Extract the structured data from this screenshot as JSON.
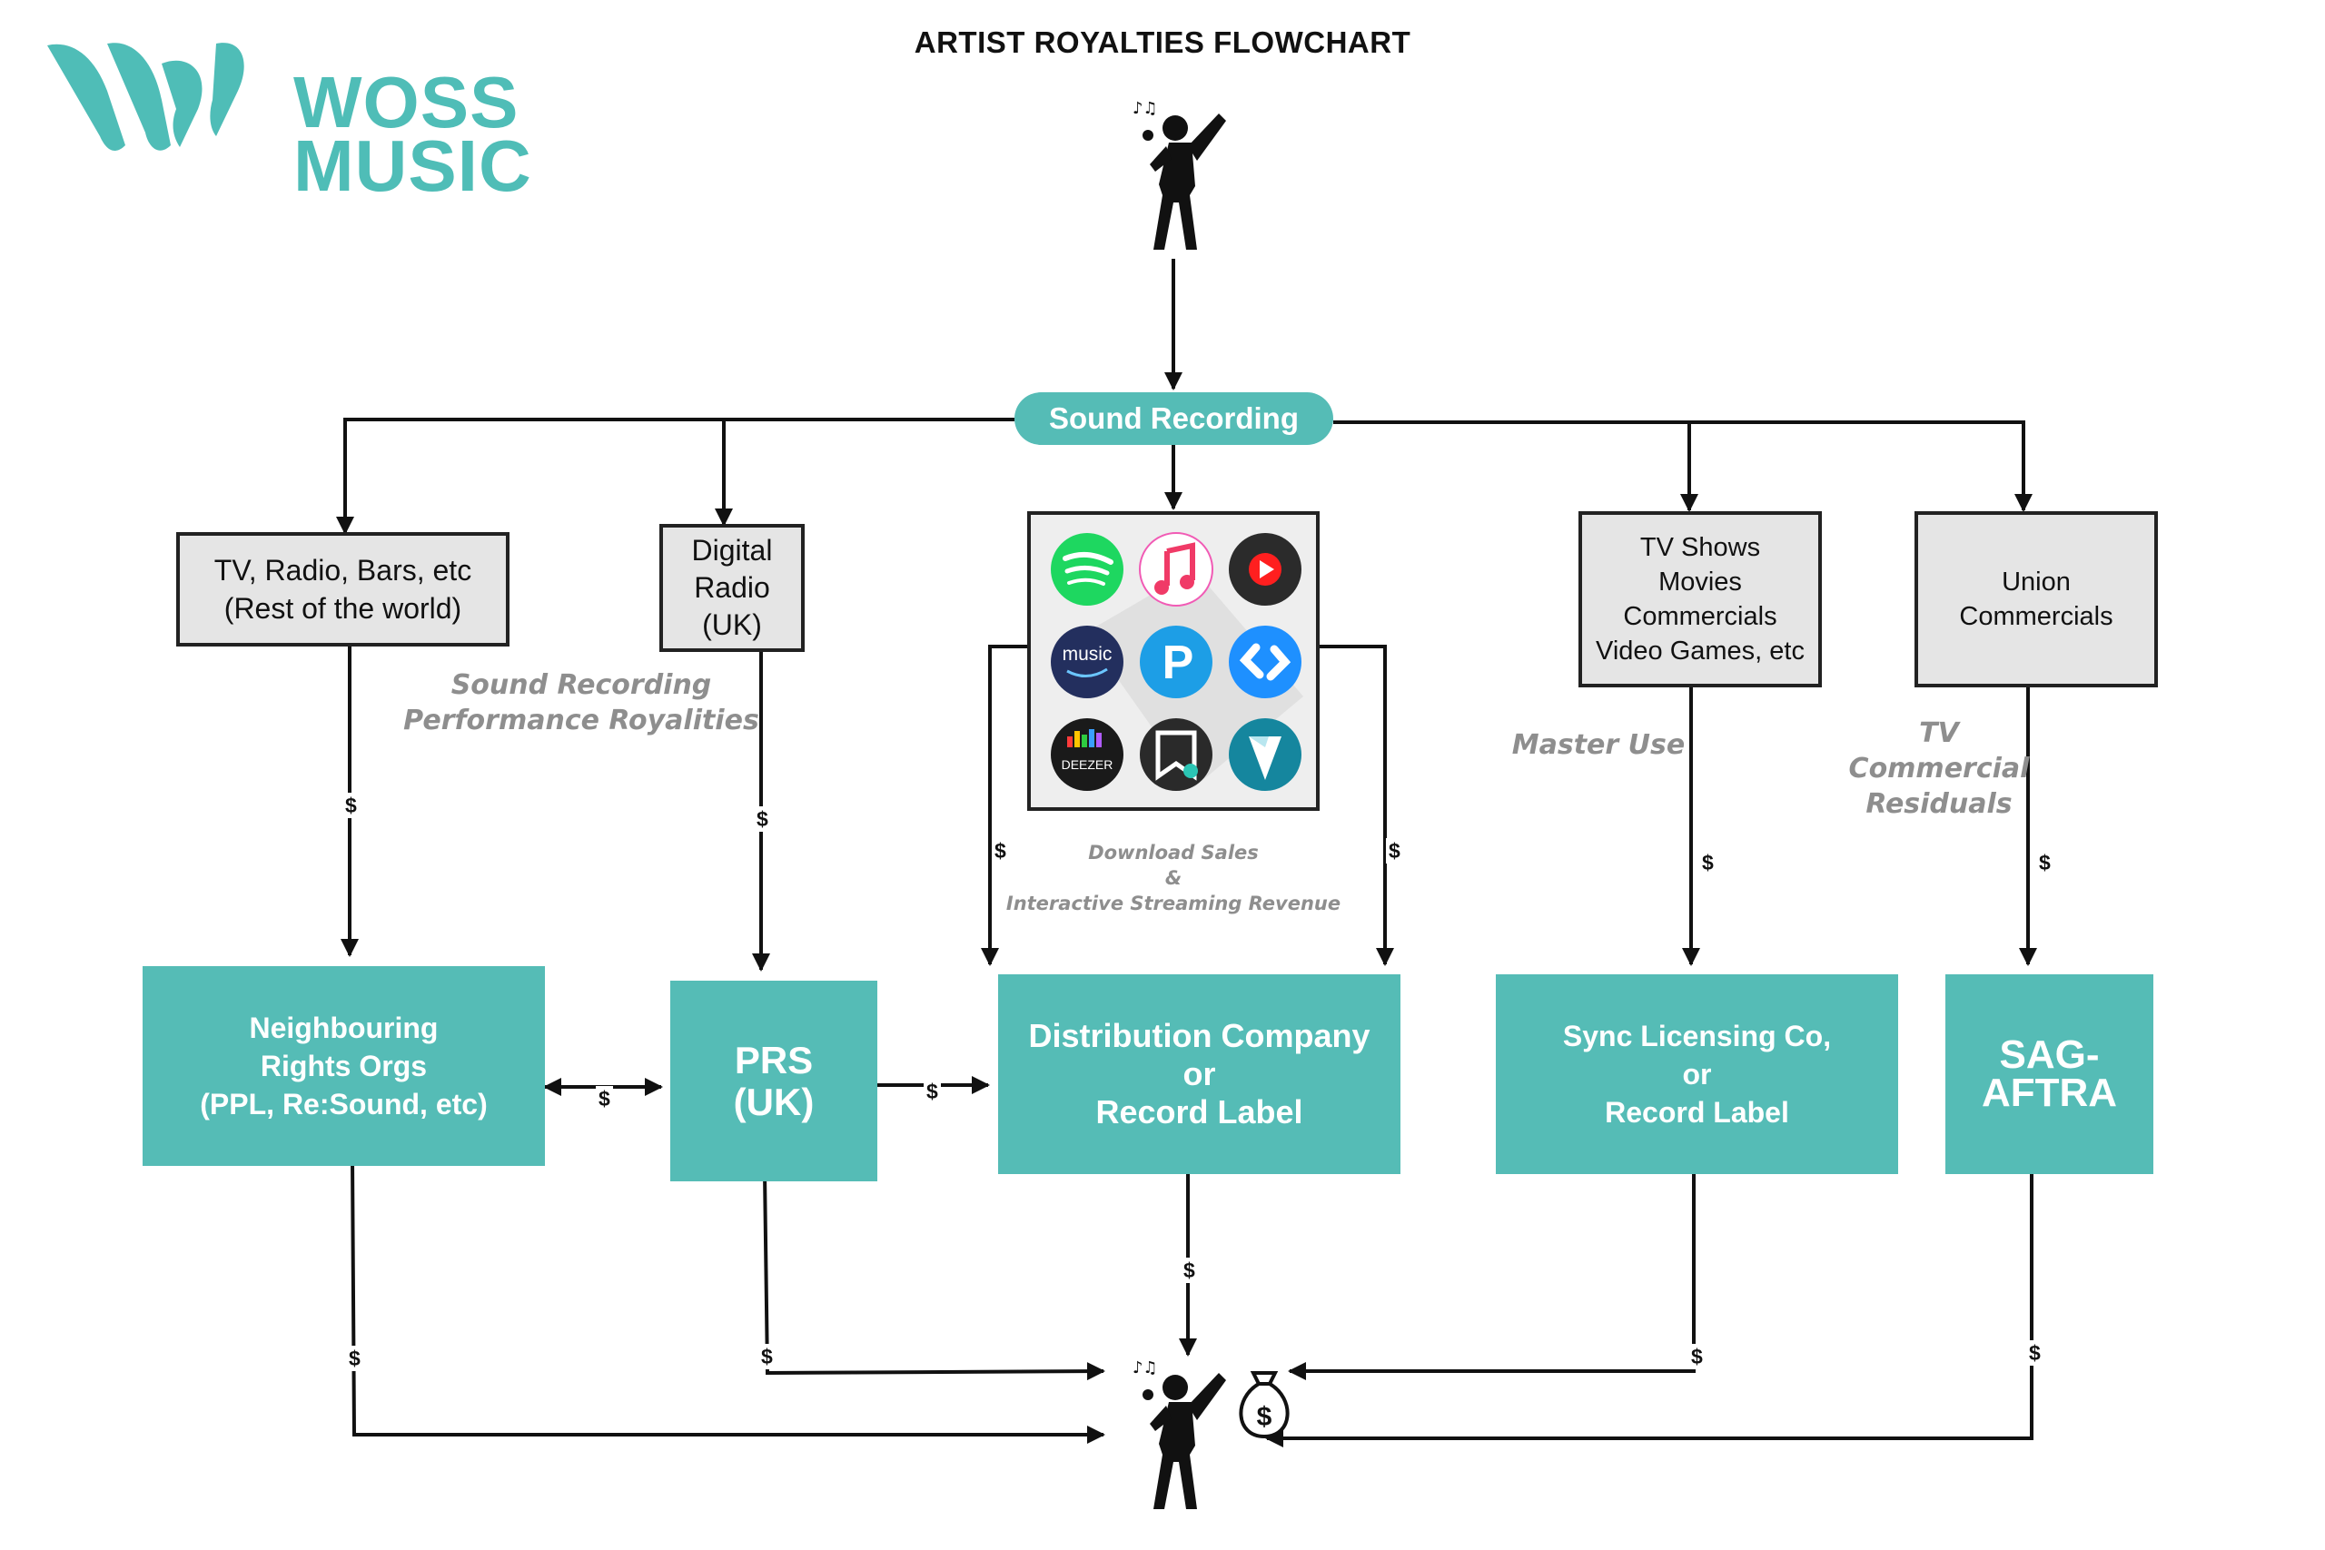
{
  "title": "ARTIST ROYALTIES FLOWCHART",
  "logo": {
    "line1": "WOSS",
    "line2": "MUSIC"
  },
  "colors": {
    "teal": "#55bcb6",
    "box_gray": "#e5e5e5",
    "note_gray": "#8e8e8e",
    "line": "#111111"
  },
  "source_node": {
    "label": "Sound Recording"
  },
  "channels": {
    "tv_radio": "TV, Radio, Bars, etc\n(Rest of the world)",
    "digital_radio": "Digital\nRadio\n(UK)",
    "tv_shows": "TV Shows\nMovies\nCommercials\nVideo Games, etc",
    "union": "Union\nCommercials"
  },
  "streaming_icons": [
    "spotify-icon",
    "apple-music-icon",
    "youtube-music-icon",
    "amazon-music-icon",
    "pandora-icon",
    "shazam-icon",
    "deezer-icon",
    "jiosaavn-icon",
    "tidal-icon"
  ],
  "icon_text": {
    "amazon": "music",
    "pandora": "P",
    "deezer": "DEEZER"
  },
  "notes": {
    "performance": "Sound Recording\nPerformance Royalities",
    "download": "Download Sales\n&\nInteractive Streaming Revenue",
    "master_use": "Master Use",
    "residuals": "TV\nCommercial\nResiduals"
  },
  "collectors": {
    "neighbouring": "Neighbouring\nRights Orgs\n(PPL, Re:Sound, etc)",
    "prs": "PRS\n(UK)",
    "distribution": "Distribution Company\nor\nRecord Label",
    "sync": "Sync Licensing  Co,\nor\nRecord Label",
    "sag": "SAG-\nAFTRA"
  },
  "money_symbol": "$"
}
